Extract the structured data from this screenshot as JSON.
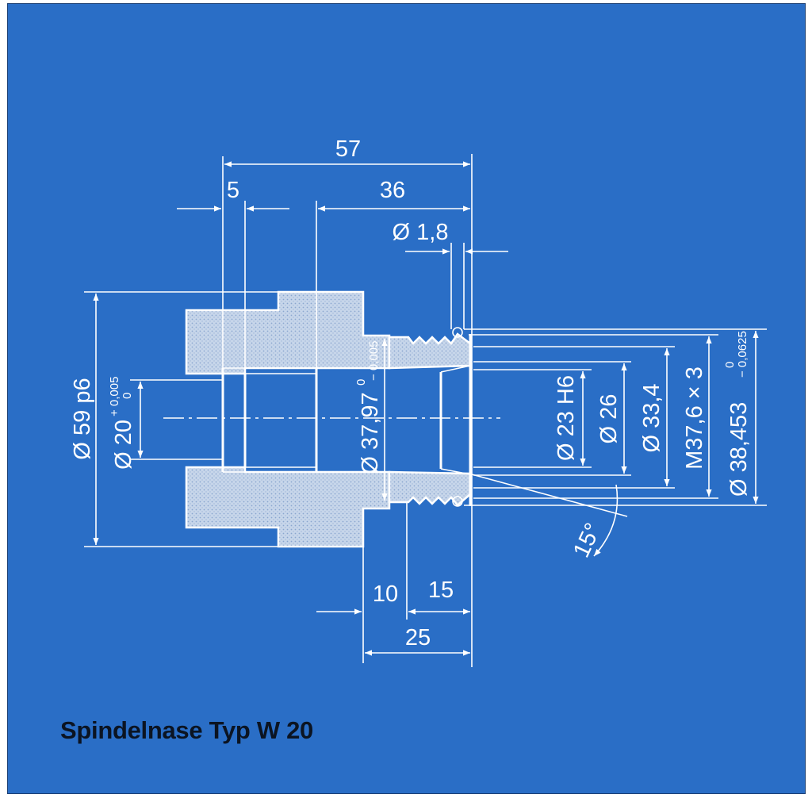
{
  "caption": "Spindelnase Typ W 20",
  "dimensions": {
    "overall_length": "57",
    "collar_width": "5",
    "nose_length": "36",
    "hole_diameter": "Ø 1,8",
    "outer_diameter": "Ø 59 p6",
    "bore_diameter": "Ø 20",
    "bore_tol_upper": "+ 0,005",
    "bore_tol_lower": "0",
    "pilot_diameter": "Ø 37,97",
    "pilot_tol_upper": "0",
    "pilot_tol_lower": "− 0,005",
    "recess_length": "10",
    "thread_length": "15",
    "front_length": "25",
    "inner_bore": "Ø 23 H6",
    "inner_diameter": "Ø 26",
    "root_diameter": "Ø 33,4",
    "thread_spec": "M37,6 × 3",
    "thread_outer_diameter": "Ø 38,453",
    "thread_tol_upper": "0",
    "thread_tol_lower": "− 0,0625",
    "taper_angle": "15°"
  },
  "colors": {
    "background": "#2a6ec6",
    "lines": "#ffffff",
    "caption": "#0b1422"
  }
}
